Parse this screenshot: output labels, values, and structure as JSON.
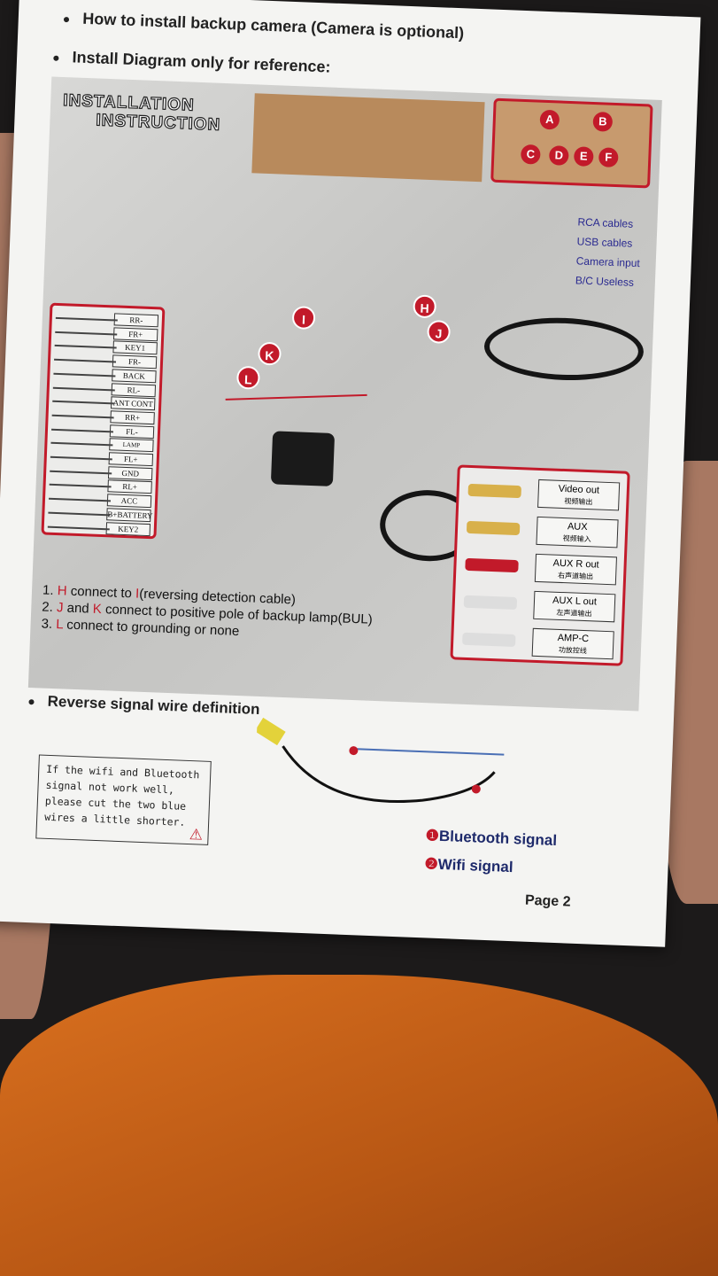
{
  "header": {
    "line1": "How to install backup camera (Camera is optional)",
    "line2": "Install Diagram only for reference:"
  },
  "diagram": {
    "title_line1": "INSTALLATION",
    "title_line2": "INSTRUCTION",
    "connector_labels": [
      "A",
      "B",
      "C",
      "D",
      "E",
      "F"
    ],
    "pins": [
      "RR-",
      "FR+",
      "KEY1",
      "FR-",
      "BACK",
      "RL-",
      "ANT CONT",
      "RR+",
      "FL-",
      "LAMP CONTROL",
      "FL+",
      "GND",
      "RL+",
      "ACC",
      "B+BATTERY",
      "KEY2"
    ],
    "legend": [
      "RCA cables",
      "USB cables",
      "Camera input",
      "B/C Useless"
    ],
    "rca_outputs": [
      {
        "label": "Video out",
        "cn": "视频输出"
      },
      {
        "label": "AUX",
        "cn": "视频输入"
      },
      {
        "label": "AUX R out",
        "cn": "右声道输出"
      },
      {
        "label": "AUX L out",
        "cn": "左声道输出"
      },
      {
        "label": "AMP-C",
        "cn": "功放控线"
      }
    ],
    "markers": [
      "H",
      "I",
      "J",
      "K",
      "L"
    ],
    "notes": [
      {
        "num": "1.",
        "k1": "H",
        "t1": " connect to ",
        "k2": "I",
        "t2": "(reversing detection cable)"
      },
      {
        "num": "2.",
        "k1": "J",
        "t1": " and ",
        "k2": "K",
        "t2": " connect to positive pole of backup lamp(BUL)"
      },
      {
        "num": "3.",
        "k1": "L",
        "t1": " connect to grounding or none",
        "k2": "",
        "t2": ""
      }
    ]
  },
  "reverse": {
    "heading": "Reverse signal wire definition",
    "warning": "If the wifi and Bluetooth signal not work well, please cut the two blue wires a little shorter.",
    "signals": [
      {
        "num": "❶",
        "label": "Bluetooth signal"
      },
      {
        "num": "❷",
        "label": "Wifi signal"
      }
    ]
  },
  "footer": {
    "page": "Page 2"
  },
  "colors": {
    "accent": "#c21a2a",
    "legend": "#2a2a90"
  }
}
